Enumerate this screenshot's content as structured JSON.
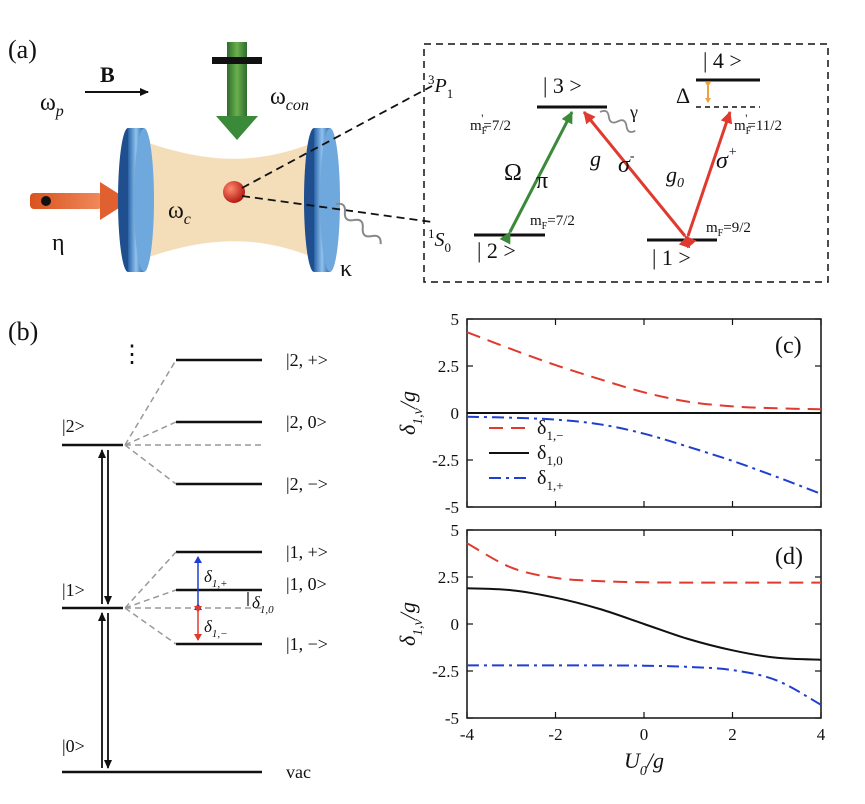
{
  "panel_labels": {
    "a": "(a)",
    "b": "(b)",
    "c": "(c)",
    "d": "(d)"
  },
  "panel_a": {
    "b_field": "B",
    "omega_p": {
      "base": "ω",
      "sub": "p"
    },
    "omega_con": {
      "base": "ω",
      "sub": "con"
    },
    "omega_c": {
      "base": "ω",
      "sub": "c"
    },
    "eta": "η",
    "kappa": "κ",
    "term_P": {
      "sup": "3",
      "base": "P",
      "sub": "1"
    },
    "term_S": {
      "sup": "1",
      "base": "S",
      "sub": "0"
    },
    "states": {
      "s1": "| 1 >",
      "s2": "| 2 >",
      "s3": "| 3 >",
      "s4": "| 4 >"
    },
    "mF": {
      "s3": {
        "base": "m",
        "sub": "F",
        "prime": "'",
        "val": "=7/2"
      },
      "s4": {
        "base": "m",
        "sub": "F",
        "prime": "'",
        "val": "=11/2"
      },
      "s2": {
        "base": "m",
        "sub": "F",
        "val": "=7/2"
      },
      "s1": {
        "base": "m",
        "sub": "F",
        "val": "=9/2"
      }
    },
    "gamma": "γ",
    "delta": "Δ",
    "Omega": "Ω",
    "pi": "π",
    "g": "g",
    "sigma_minus": {
      "base": "σ",
      "sup": "-"
    },
    "g0": {
      "base": "g",
      "sub": "0"
    },
    "sigma_plus": {
      "base": "σ",
      "sup": "+"
    },
    "colors": {
      "green": "#3a8a3a",
      "red": "#e03a2f",
      "orange": "#f0a040",
      "mirror": "#3b7fc4"
    }
  },
  "panel_b": {
    "ellipsis": "⋮",
    "left_labels": {
      "l2": "|2>",
      "l1": "|1>",
      "l0": "|0>"
    },
    "right_labels": {
      "r2p": "|2, +>",
      "r20": "|2, 0>",
      "r2m": "|2, −>",
      "r1p": "|1, +>",
      "r10": "|1, 0>",
      "r1m": "|1, −>",
      "vac": "vac"
    },
    "deltas": {
      "plus": {
        "base": "δ",
        "sub": "1,+"
      },
      "zero": {
        "base": "δ",
        "sub": "1,0"
      },
      "minus": {
        "base": "δ",
        "sub": "1,−"
      }
    }
  },
  "chart_data": [
    {
      "type": "line",
      "panel": "(c)",
      "xlim": [
        -4,
        4
      ],
      "ylim": [
        -5,
        5
      ],
      "yticks": [
        "5",
        "2.5",
        "0",
        "-2.5",
        "-5"
      ],
      "ylabel": {
        "base": "δ",
        "sub": "1,ν",
        "suffix": "/g"
      },
      "legend_position": "lower-left",
      "series": [
        {
          "name": "δ1,−",
          "label": {
            "base": "δ",
            "sub": "1,−"
          },
          "color": "#e03a2f",
          "style": "dashed",
          "x": [
            -4,
            -3,
            -2,
            -1,
            0,
            1,
            2,
            3,
            4
          ],
          "values": [
            4.3,
            3.4,
            2.55,
            1.8,
            1.1,
            0.6,
            0.35,
            0.25,
            0.2
          ]
        },
        {
          "name": "δ1,0",
          "label": {
            "base": "δ",
            "sub": "1,0"
          },
          "color": "#111111",
          "style": "solid",
          "x": [
            -4,
            -3,
            -2,
            -1,
            0,
            1,
            2,
            3,
            4
          ],
          "values": [
            0,
            0,
            0,
            0,
            0,
            0,
            0,
            0,
            0
          ]
        },
        {
          "name": "δ1,+",
          "label": {
            "base": "δ",
            "sub": "1,+"
          },
          "color": "#1f3fd0",
          "style": "dashdot",
          "x": [
            -4,
            -3,
            -2,
            -1,
            0,
            1,
            2,
            3,
            4
          ],
          "values": [
            -0.2,
            -0.25,
            -0.35,
            -0.6,
            -1.1,
            -1.8,
            -2.55,
            -3.4,
            -4.3
          ]
        }
      ]
    },
    {
      "type": "line",
      "panel": "(d)",
      "xlim": [
        -4,
        4
      ],
      "ylim": [
        -5,
        5
      ],
      "xticks": [
        "-4",
        "-2",
        "0",
        "2",
        "4"
      ],
      "yticks": [
        "5",
        "2.5",
        "0",
        "-2.5",
        "-5"
      ],
      "xlabel": {
        "base": "U",
        "sub": "0",
        "suffix": "/g"
      },
      "ylabel": {
        "base": "δ",
        "sub": "1,ν",
        "suffix": "/g"
      },
      "series": [
        {
          "name": "δ1,−",
          "color": "#e03a2f",
          "style": "dashed",
          "x": [
            -4,
            -3,
            -2,
            -1,
            0,
            1,
            2,
            3,
            4
          ],
          "values": [
            4.3,
            3.0,
            2.45,
            2.28,
            2.22,
            2.2,
            2.2,
            2.2,
            2.2
          ]
        },
        {
          "name": "δ1,0",
          "color": "#111111",
          "style": "solid",
          "x": [
            -4,
            -3,
            -2,
            -1,
            0,
            1,
            2,
            3,
            4
          ],
          "values": [
            1.9,
            1.8,
            1.4,
            0.8,
            0.0,
            -0.8,
            -1.4,
            -1.8,
            -1.9
          ]
        },
        {
          "name": "δ1,+",
          "color": "#1f3fd0",
          "style": "dashdot",
          "x": [
            -4,
            -3,
            -2,
            -1,
            0,
            1,
            2,
            3,
            4
          ],
          "values": [
            -2.2,
            -2.2,
            -2.2,
            -2.2,
            -2.22,
            -2.28,
            -2.45,
            -3.0,
            -4.3
          ]
        }
      ]
    }
  ]
}
